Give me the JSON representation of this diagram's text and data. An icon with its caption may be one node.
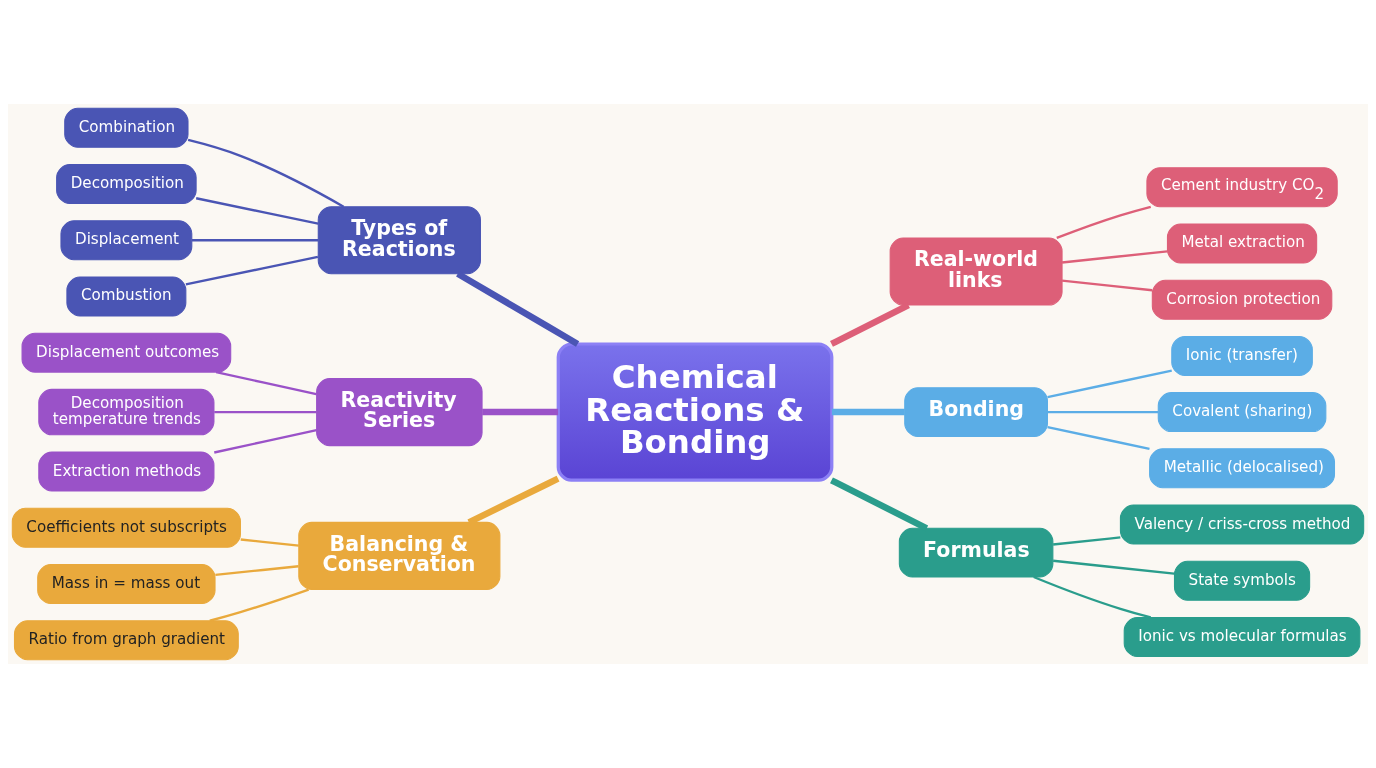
{
  "diagram": {
    "nodes": [
      {
        "text": [
          "Chemical Reactions & Bonding"
        ]
      },
      {
        "text": [
          "Types of Reactions"
        ]
      },
      {
        "text": [
          "Combination"
        ]
      },
      {
        "text": [
          "Decomposition"
        ]
      },
      {
        "text": [
          "Displacement"
        ]
      },
      {
        "text": [
          "Combustion"
        ]
      },
      {
        "text": [
          "Reactivity Series"
        ]
      },
      {
        "text": [
          "Displacement outcomes"
        ]
      },
      {
        "text": [
          "Decomposition temperature trends"
        ]
      },
      {
        "text": [
          "Extraction methods"
        ]
      },
      {
        "text": [
          "Balancing & Conservation"
        ]
      },
      {
        "text": [
          "Coefficients not subscripts"
        ]
      },
      {
        "text": [
          "Mass in = mass out"
        ]
      },
      {
        "text": [
          "Ratio from graph gradient"
        ]
      },
      {
        "text": [
          "Real-world links"
        ]
      },
      {
        "text": [
          "Cement industry CO$_{2}$"
        ]
      },
      {
        "text": [
          "Metal extraction"
        ]
      },
      {
        "text": [
          "Corrosion protection"
        ]
      },
      {
        "text": [
          "Bonding"
        ]
      },
      {
        "text": [
          "Ionic (transfer)"
        ]
      },
      {
        "text": [
          "Covalent (sharing)"
        ]
      },
      {
        "text": [
          "Metallic (delocalised)"
        ]
      },
      {
        "text": [
          "Formulas"
        ]
      },
      {
        "text": [
          "Valency / criss-cross method"
        ]
      },
      {
        "text": [
          "State symbols"
        ]
      },
      {
        "text": [
          "Ionic vs molecular formulas"
        ]
      }
    ],
    "edges": [
      {
        "from": 1,
        "to": 0,
        "arrow": "none",
        "style": "thick",
        "color": "#4a55b4"
      },
      {
        "from": 6,
        "to": 0,
        "arrow": "none",
        "style": "thick",
        "color": "#9a52c8"
      },
      {
        "from": 10,
        "to": 0,
        "arrow": "none",
        "style": "thick",
        "color": "#e9a93c"
      },
      {
        "from": 0,
        "to": 14,
        "arrow": "none",
        "style": "thick",
        "color": "#dd5f78"
      },
      {
        "from": 0,
        "to": 18,
        "arrow": "none",
        "style": "thick",
        "color": "#5bade6"
      },
      {
        "from": 0,
        "to": 22,
        "arrow": "none",
        "style": "thick",
        "color": "#2a9d8c"
      },
      {
        "from": 2,
        "to": 1,
        "arrow": "none",
        "color": "#4a55b4"
      },
      {
        "from": 3,
        "to": 1,
        "arrow": "none",
        "color": "#4a55b4"
      },
      {
        "from": 4,
        "to": 1,
        "arrow": "none",
        "color": "#4a55b4"
      },
      {
        "from": 5,
        "to": 1,
        "arrow": "none",
        "color": "#4a55b4"
      },
      {
        "from": 7,
        "to": 6,
        "arrow": "none",
        "color": "#9a52c8"
      },
      {
        "from": 8,
        "to": 6,
        "arrow": "none",
        "color": "#9a52c8"
      },
      {
        "from": 9,
        "to": 6,
        "arrow": "none",
        "color": "#9a52c8"
      },
      {
        "from": 11,
        "to": 10,
        "arrow": "none",
        "color": "#e9a93c"
      },
      {
        "from": 12,
        "to": 10,
        "arrow": "none",
        "color": "#e9a93c"
      },
      {
        "from": 13,
        "to": 10,
        "arrow": "none",
        "color": "#e9a93c"
      },
      {
        "from": 14,
        "to": 15,
        "arrow": "none",
        "color": "#dd5f78"
      },
      {
        "from": 14,
        "to": 16,
        "arrow": "none",
        "color": "#dd5f78"
      },
      {
        "from": 14,
        "to": 17,
        "arrow": "none",
        "color": "#dd5f78"
      },
      {
        "from": 18,
        "to": 19,
        "arrow": "none",
        "color": "#5bade6"
      },
      {
        "from": 18,
        "to": 20,
        "arrow": "none",
        "color": "#5bade6"
      },
      {
        "from": 18,
        "to": 21,
        "arrow": "none",
        "color": "#5bade6"
      },
      {
        "from": 22,
        "to": 23,
        "arrow": "none",
        "color": "#2a9d8c"
      },
      {
        "from": 22,
        "to": 24,
        "arrow": "none",
        "color": "#2a9d8c"
      },
      {
        "from": 22,
        "to": 25,
        "arrow": "none",
        "color": "#2a9d8c"
      }
    ]
  }
}
